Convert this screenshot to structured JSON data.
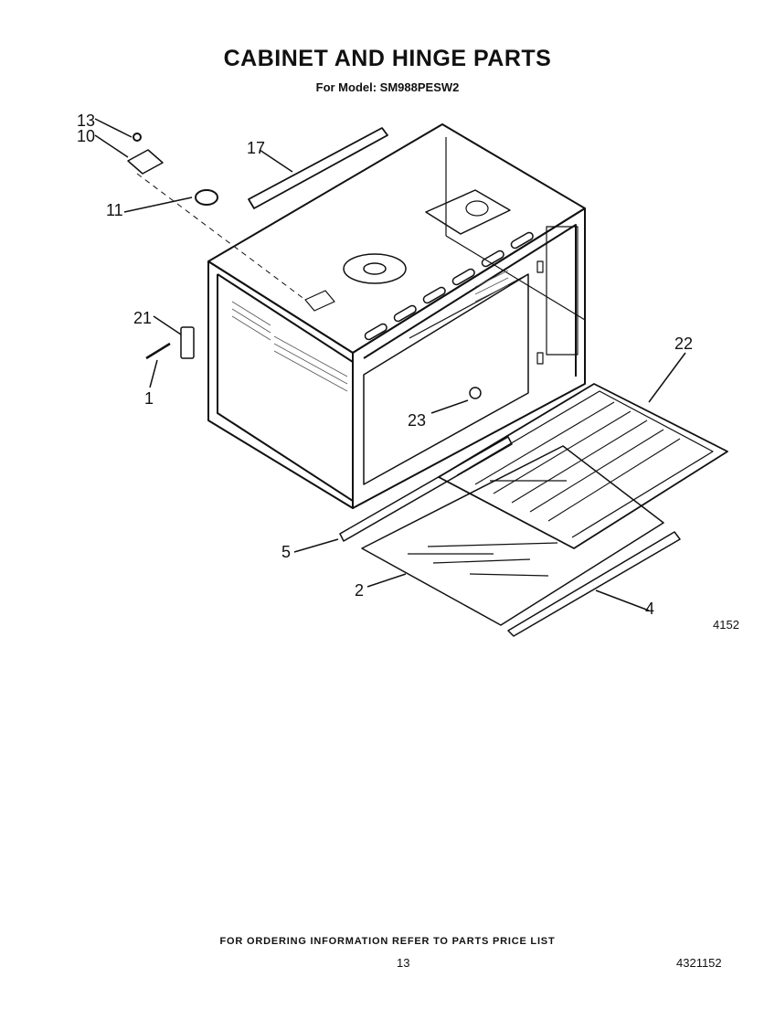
{
  "header": {
    "title": "CABINET AND HINGE PARTS",
    "subtitle": "For Model: SM988PESW2"
  },
  "diagram": {
    "callouts": [
      "13",
      "10",
      "11",
      "17",
      "21",
      "1",
      "22",
      "23",
      "5",
      "2",
      "4"
    ],
    "figure_code": "4152"
  },
  "footer": {
    "note": "FOR ORDERING INFORMATION REFER TO PARTS PRICE LIST",
    "page_number": "13",
    "document_number": "4321152"
  }
}
